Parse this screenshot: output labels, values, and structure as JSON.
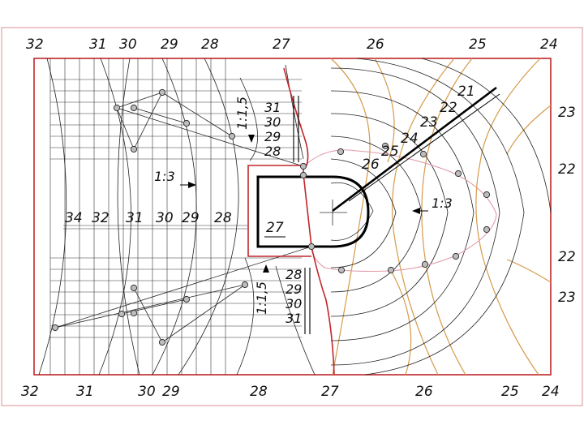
{
  "frame": {
    "border_color": "#e3a3a3",
    "field_border_color": "#c0262a"
  },
  "top_labels": [
    "32",
    "31",
    "30",
    "29",
    "28",
    "27",
    "26",
    "25",
    "24"
  ],
  "bottom_labels": [
    "32",
    "31",
    "30",
    "29",
    "28",
    "27",
    "26",
    "25",
    "24"
  ],
  "right_labels": [
    "23",
    "22",
    "22",
    "23"
  ],
  "left_row_labels": [
    "34",
    "32",
    "31",
    "30",
    "29",
    "28"
  ],
  "arc_labels": [
    "21",
    "22",
    "23",
    "24",
    "25",
    "26"
  ],
  "vertical_top_labels": [
    "31",
    "30",
    "29",
    "28"
  ],
  "vertical_bottom_labels": [
    "28",
    "29",
    "30",
    "31"
  ],
  "slope_top": "1:1,5",
  "slope_bottom": "1:1,5",
  "grade_left": "1:3",
  "grade_right": "1:3",
  "pad_elevation": "27",
  "colors": {
    "contour": "#d59a4a",
    "daylight": "#e29aa8",
    "cut_boundary": "#c0262a",
    "lines": "#222222"
  }
}
